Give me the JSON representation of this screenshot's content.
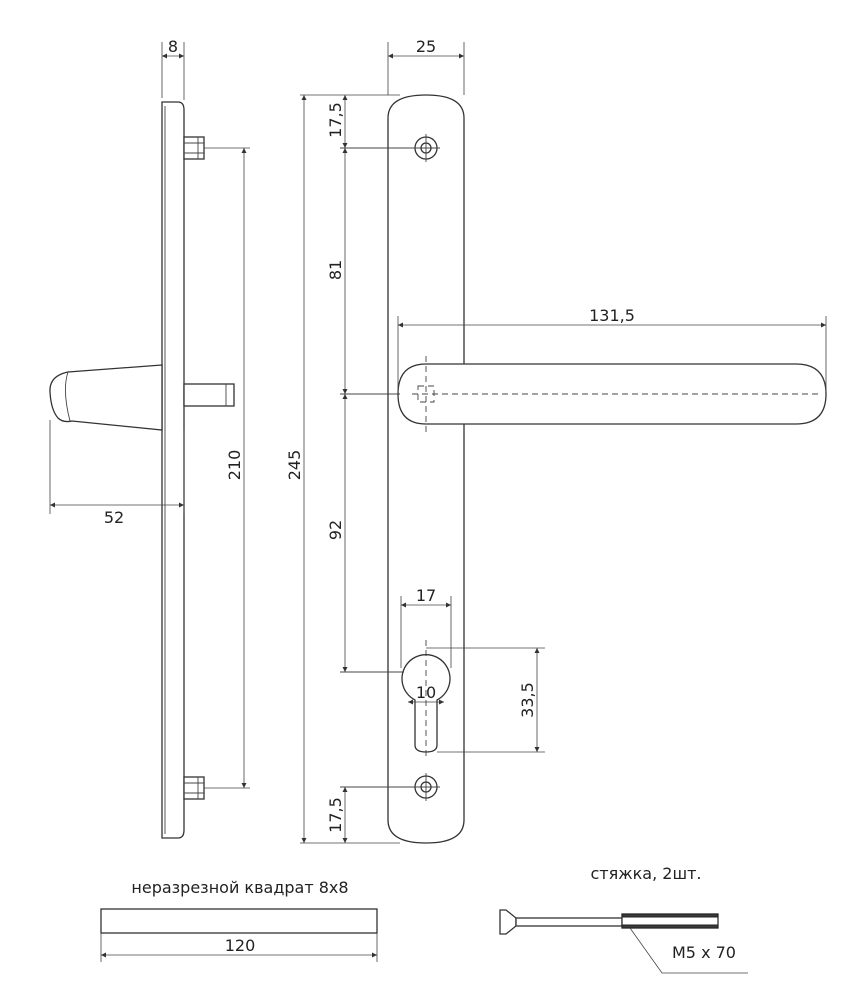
{
  "dimensions": {
    "plate_thickness": "8",
    "plate_width": "25",
    "top_offset": "17,5",
    "upper_span": "81",
    "lever_length": "131,5",
    "total_height": "245",
    "screw_spacing": "210",
    "projection": "52",
    "lower_span": "92",
    "cylinder_width": "17",
    "cylinder_slot": "10",
    "cylinder_height": "33,5",
    "bottom_offset": "17,5",
    "spindle_length": "120"
  },
  "labels": {
    "spindle_caption": "неразрезной квадрат 8x8",
    "bolt_caption": "стяжка, 2шт.",
    "bolt_size": "M5 x 70"
  }
}
